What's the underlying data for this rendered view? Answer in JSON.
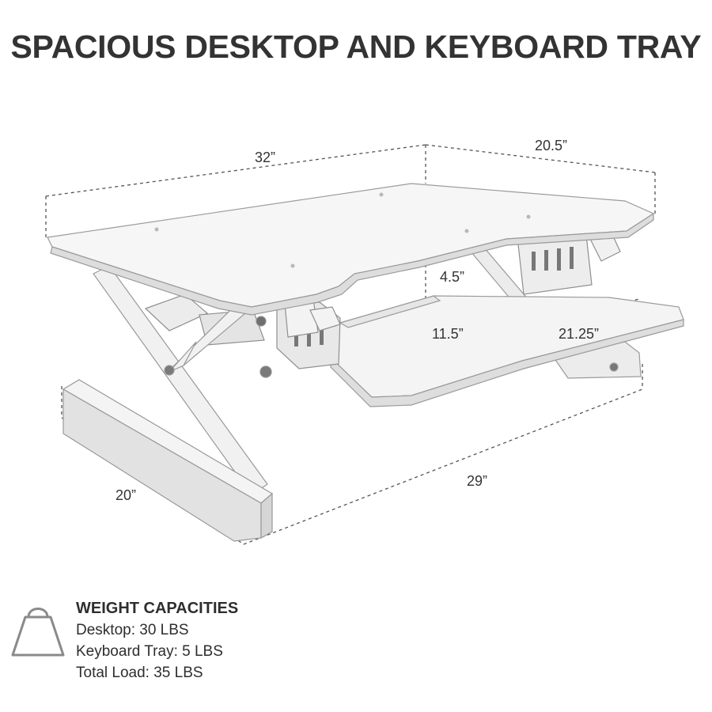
{
  "headline": "SPACIOUS DESKTOP AND KEYBOARD TRAY",
  "dimensions": {
    "desktop_width": "32”",
    "desktop_depth": "20.5”",
    "tray_gap": "4.5”",
    "tray_depth": "11.5”",
    "tray_width": "21.25”",
    "base_depth": "20”",
    "base_width": "29”"
  },
  "capacity": {
    "icon": "weight-icon",
    "title": "WEIGHT CAPACITIES",
    "lines": [
      "Desktop: 30 LBS",
      "Keyboard Tray: 5 LBS",
      "Total Load: 35 LBS"
    ]
  },
  "colors": {
    "product_fill": "#f4f4f4",
    "product_shade": "#dcdcdc",
    "outline": "#9a9a9a",
    "text": "#333333"
  }
}
